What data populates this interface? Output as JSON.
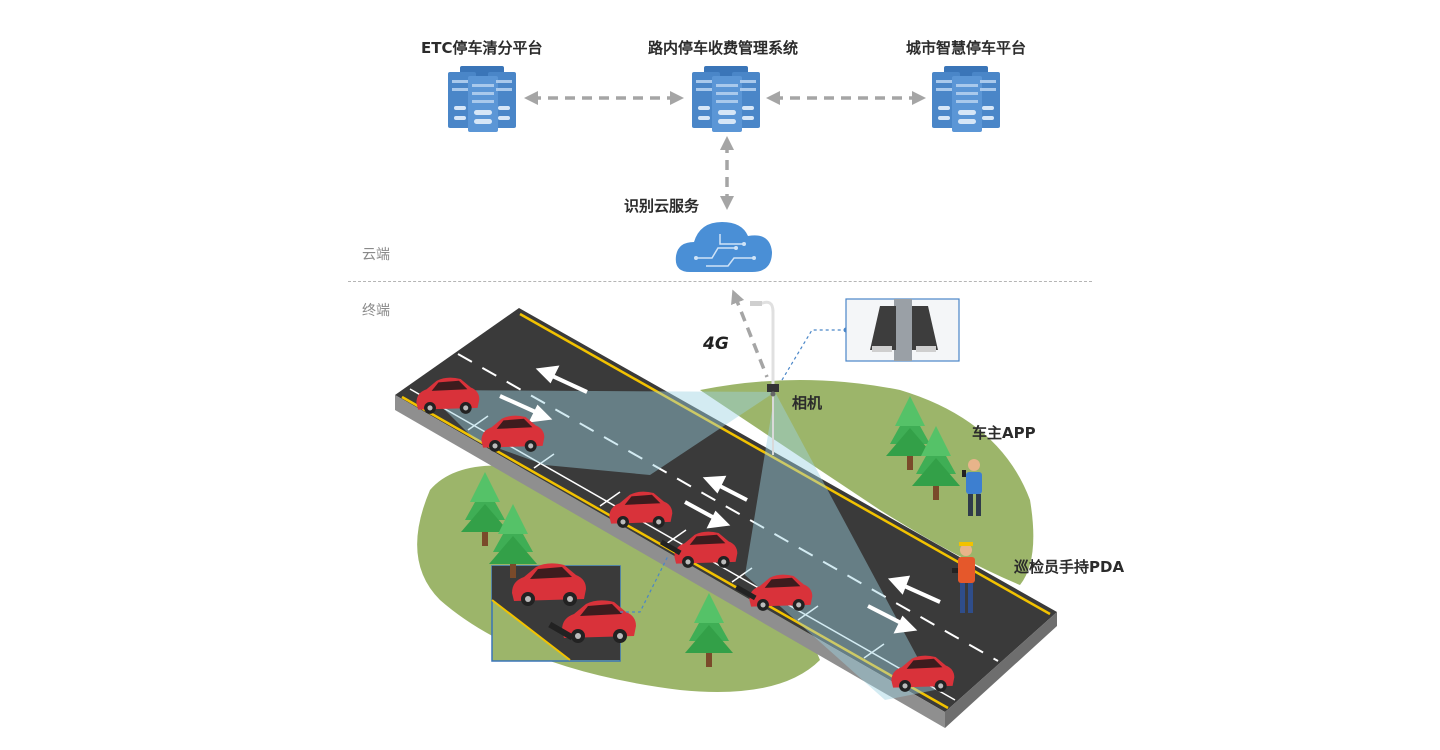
{
  "platforms": {
    "etc": "ETC停车清分平台",
    "road": "路内停车收费管理系统",
    "city": "城市智慧停车平台"
  },
  "cloud_service": "识别云服务",
  "zones": {
    "cloud": "云端",
    "terminal": "终端"
  },
  "network": "4G",
  "devices": {
    "camera": "相机",
    "owner_app": "车主APP",
    "inspector_pda": "巡检员手持PDA"
  },
  "colors": {
    "server": "#3a75b8",
    "arrow": "#9e9e9e",
    "road": "#3a3a3a",
    "grass": "#9cb56a",
    "car": "#d9323a",
    "camera_field": "#9ed3e3"
  }
}
